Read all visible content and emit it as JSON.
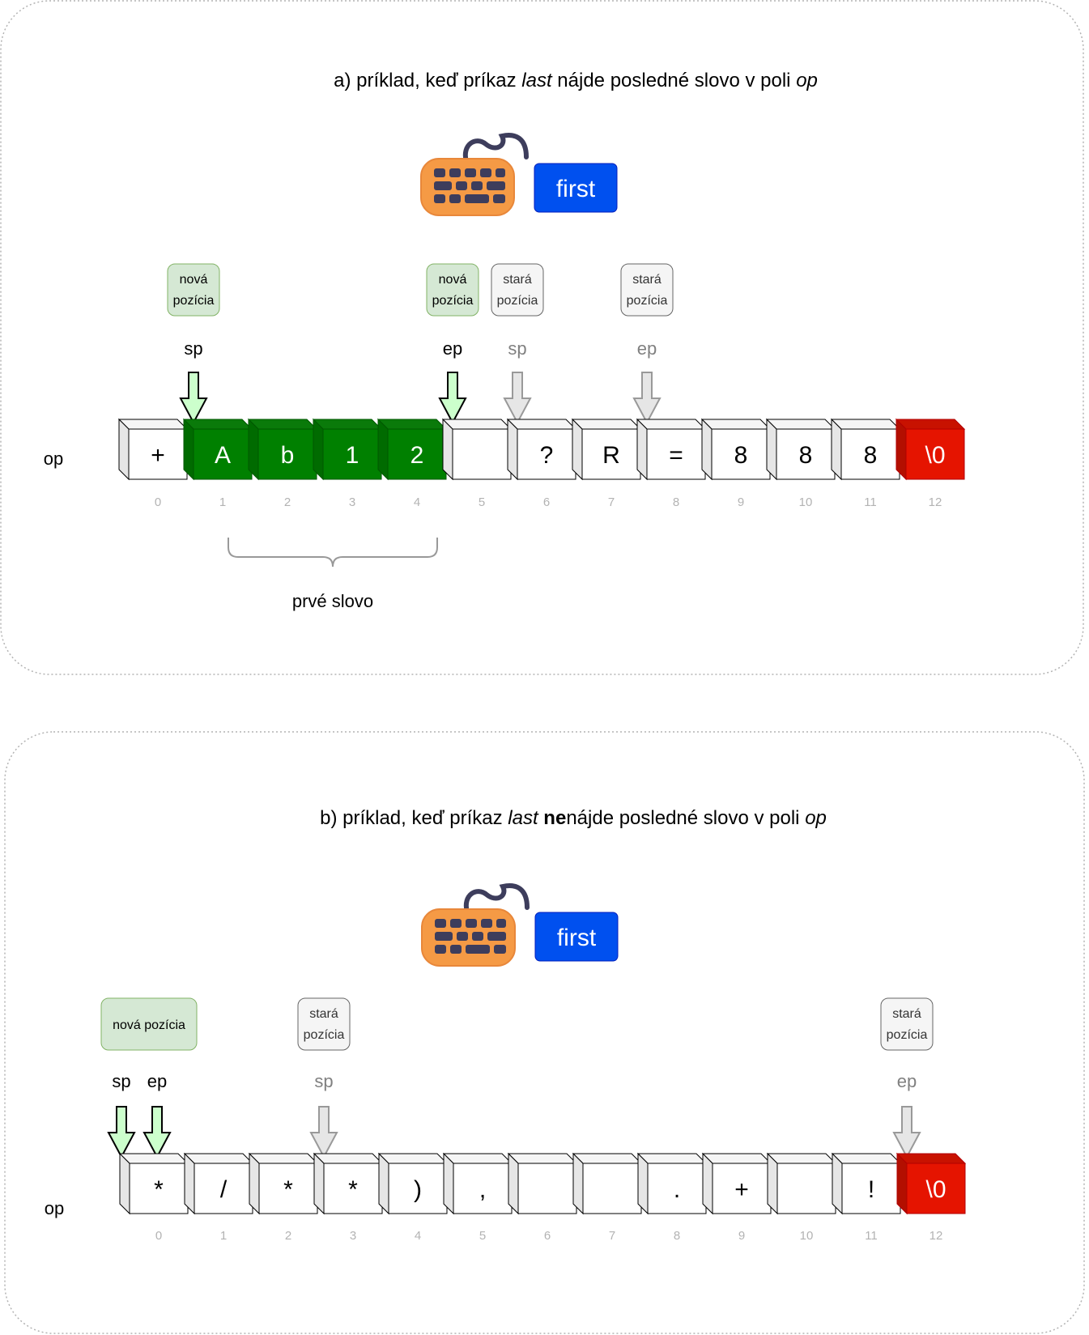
{
  "panel_a": {
    "title_parts": [
      {
        "text": "a) príklad, keď príkaz ",
        "style": "normal"
      },
      {
        "text": "last",
        "style": "italic"
      },
      {
        "text": " nájde posledné slovo v poli ",
        "style": "normal"
      },
      {
        "text": "op",
        "style": "italic"
      }
    ],
    "button_label": "first",
    "array_label": "op",
    "cells": [
      {
        "value": "+",
        "kind": "normal"
      },
      {
        "value": "A",
        "kind": "green"
      },
      {
        "value": "b",
        "kind": "green"
      },
      {
        "value": "1",
        "kind": "green"
      },
      {
        "value": "2",
        "kind": "green"
      },
      {
        "value": "",
        "kind": "normal"
      },
      {
        "value": "?",
        "kind": "normal"
      },
      {
        "value": "R",
        "kind": "normal"
      },
      {
        "value": "=",
        "kind": "normal"
      },
      {
        "value": "8",
        "kind": "normal"
      },
      {
        "value": "8",
        "kind": "normal"
      },
      {
        "value": "8",
        "kind": "normal"
      },
      {
        "value": "\\0",
        "kind": "red"
      }
    ],
    "indices": [
      "0",
      "1",
      "2",
      "3",
      "4",
      "5",
      "6",
      "7",
      "8",
      "9",
      "10",
      "11",
      "12"
    ],
    "pointers": [
      {
        "name": "sp",
        "index": 1,
        "state": "new"
      },
      {
        "name": "ep",
        "index": 5,
        "state": "new"
      },
      {
        "name": "sp",
        "index": 6,
        "state": "old"
      },
      {
        "name": "ep",
        "index": 8,
        "state": "old"
      }
    ],
    "notes": [
      {
        "lines": [
          "nová",
          "pozícia"
        ],
        "state": "new",
        "index": 1
      },
      {
        "lines": [
          "nová",
          "pozícia"
        ],
        "state": "new",
        "index": 5
      },
      {
        "lines": [
          "stará",
          "pozícia"
        ],
        "state": "old",
        "index": 6
      },
      {
        "lines": [
          "stará",
          "pozícia"
        ],
        "state": "old",
        "index": 8
      }
    ],
    "brace_label": "prvé slovo"
  },
  "panel_b": {
    "title_parts": [
      {
        "text": "b) príklad, keď príkaz ",
        "style": "normal"
      },
      {
        "text": "last",
        "style": "italic"
      },
      {
        "text": " ",
        "style": "normal"
      },
      {
        "text": "ne",
        "style": "bold"
      },
      {
        "text": "nájde posledné slovo v poli ",
        "style": "normal"
      },
      {
        "text": "op",
        "style": "italic"
      }
    ],
    "button_label": "first",
    "array_label": "op",
    "cells": [
      {
        "value": "*",
        "kind": "normal"
      },
      {
        "value": "/",
        "kind": "normal"
      },
      {
        "value": "*",
        "kind": "normal"
      },
      {
        "value": "*",
        "kind": "normal"
      },
      {
        "value": ")",
        "kind": "normal"
      },
      {
        "value": ",",
        "kind": "normal"
      },
      {
        "value": "",
        "kind": "normal"
      },
      {
        "value": "",
        "kind": "normal"
      },
      {
        "value": ".",
        "kind": "normal"
      },
      {
        "value": "+",
        "kind": "normal"
      },
      {
        "value": "",
        "kind": "normal"
      },
      {
        "value": "!",
        "kind": "normal"
      },
      {
        "value": "\\0",
        "kind": "red"
      }
    ],
    "indices": [
      "0",
      "1",
      "2",
      "3",
      "4",
      "5",
      "6",
      "7",
      "8",
      "9",
      "10",
      "11",
      "12"
    ],
    "pointers": [
      {
        "name": "sp",
        "index": 0,
        "state": "new"
      },
      {
        "name": "ep",
        "index": 0,
        "state": "new"
      },
      {
        "name": "sp",
        "index": 3,
        "state": "old"
      },
      {
        "name": "ep",
        "index": 12,
        "state": "old"
      }
    ],
    "notes": [
      {
        "lines": [
          "nová pozícia"
        ],
        "state": "new",
        "index": 0
      },
      {
        "lines": [
          "stará",
          "pozícia"
        ],
        "state": "old",
        "index": 3
      },
      {
        "lines": [
          "stará",
          "pozícia"
        ],
        "state": "old",
        "index": 12
      }
    ]
  },
  "colors": {
    "green_cell": "#008000",
    "red_cell": "#e51400",
    "button": "#0050ef",
    "new_arrow": "#ccffcc",
    "old_arrow": "#e6e6e6",
    "new_note": "#d5e8d4",
    "old_note": "#f5f5f5",
    "keyboard_body": "#f59a45",
    "keyboard_keys": "#3d3d5c"
  },
  "icons": [
    "keyboard-icon"
  ]
}
